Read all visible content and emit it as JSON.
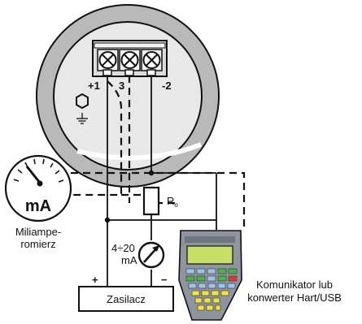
{
  "labels": {
    "terminal_plus1": "+1",
    "terminal_3": "3",
    "terminal_minus2": "-2",
    "ammeter_unit": "mA",
    "milliammeter_line1": "Miliampe-",
    "milliammeter_line2": "romierz",
    "resistor": "R",
    "resistor_sub": "o",
    "current_range_line1": "4÷20",
    "current_range_line2": "mA",
    "power_supply": "Zasilacz",
    "supply_plus": "+",
    "supply_minus": "−",
    "communicator_line1": "Komunikator lub",
    "communicator_line2": "konwerter Hart/USB"
  },
  "colors": {
    "housing_ring": "#b9b9b9",
    "housing_inner": "#e8e8e8",
    "line": "#111111",
    "handheld_body": "#8f959e",
    "handheld_screen": "#c7df68",
    "key_green": "#49b24a",
    "key_red": "#e03a2f",
    "key_yellow": "#f2e23a",
    "key_blue": "#9fc3e6"
  }
}
